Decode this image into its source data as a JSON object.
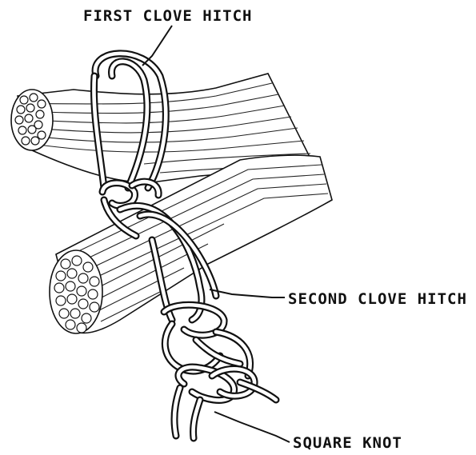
{
  "labels": {
    "first_clove_hitch": "FIRST CLOVE HITCH",
    "second_clove_hitch": "SECOND CLOVE HITCH",
    "square_knot": "SQUARE KNOT"
  },
  "colors": {
    "ink": "#111111",
    "paper": "#ffffff"
  }
}
